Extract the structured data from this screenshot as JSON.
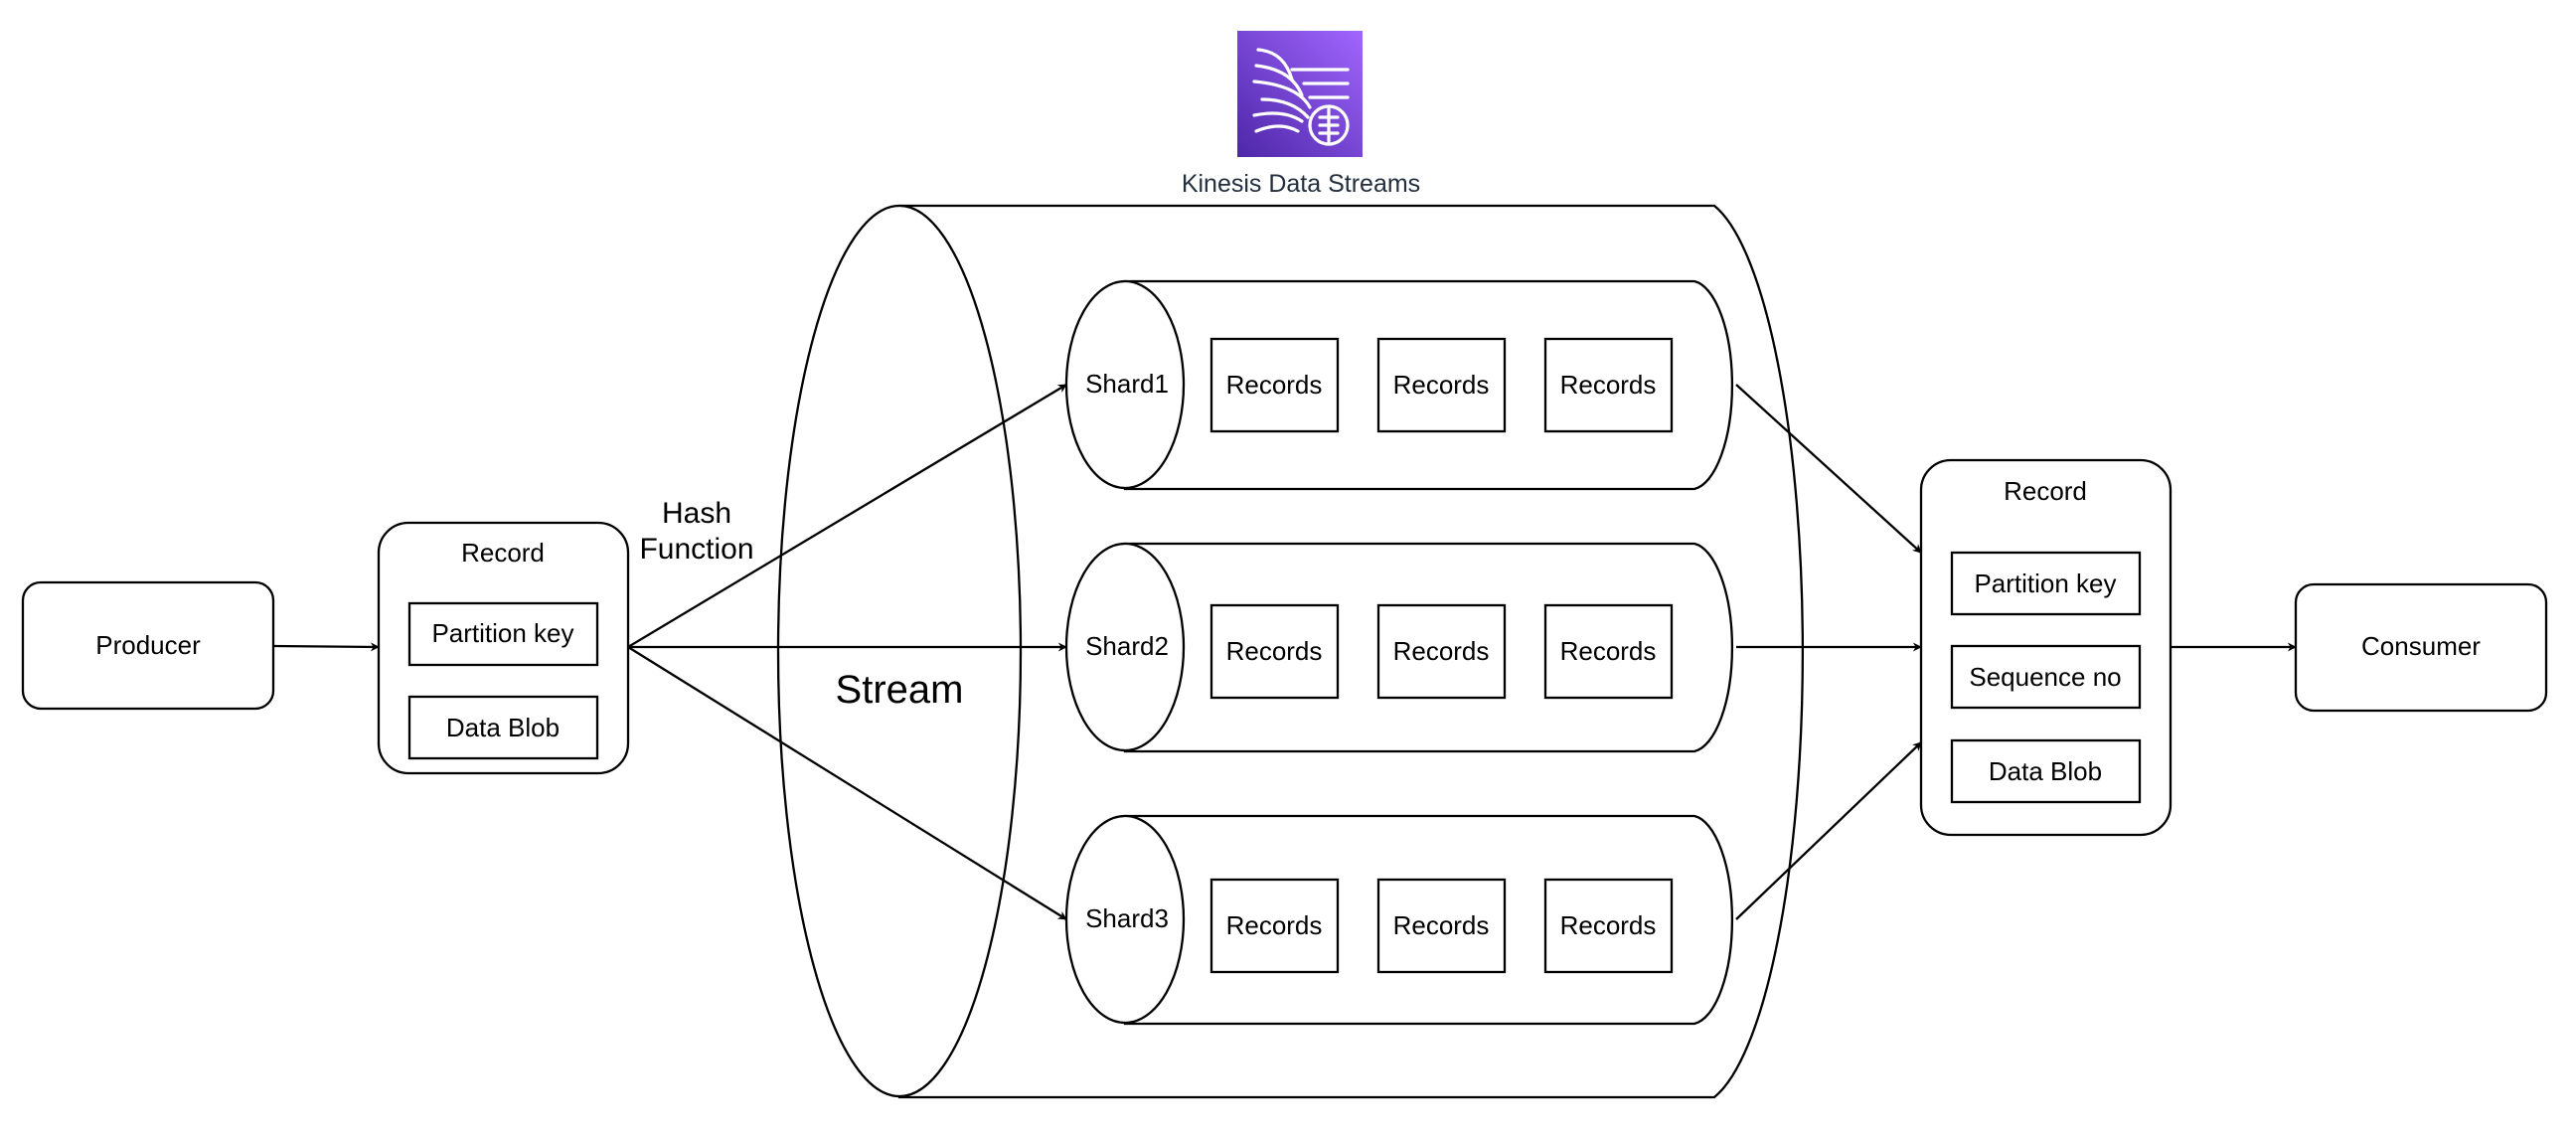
{
  "service": {
    "name": "Kinesis Data Streams",
    "icon": "kinesis-data-streams-icon",
    "icon_color": "#8c4fff"
  },
  "producer": {
    "label": "Producer"
  },
  "consumer": {
    "label": "Consumer"
  },
  "input_record": {
    "title": "Record",
    "fields": [
      "Partition key",
      "Data Blob"
    ]
  },
  "hash_function": {
    "line1": "Hash",
    "line2": "Function"
  },
  "stream": {
    "label": "Stream"
  },
  "shards": [
    {
      "label": "Shard1",
      "records": [
        "Records",
        "Records",
        "Records"
      ]
    },
    {
      "label": "Shard2",
      "records": [
        "Records",
        "Records",
        "Records"
      ]
    },
    {
      "label": "Shard3",
      "records": [
        "Records",
        "Records",
        "Records"
      ]
    }
  ],
  "output_record": {
    "title": "Record",
    "fields": [
      "Partition key",
      "Sequence no",
      "Data Blob"
    ]
  }
}
